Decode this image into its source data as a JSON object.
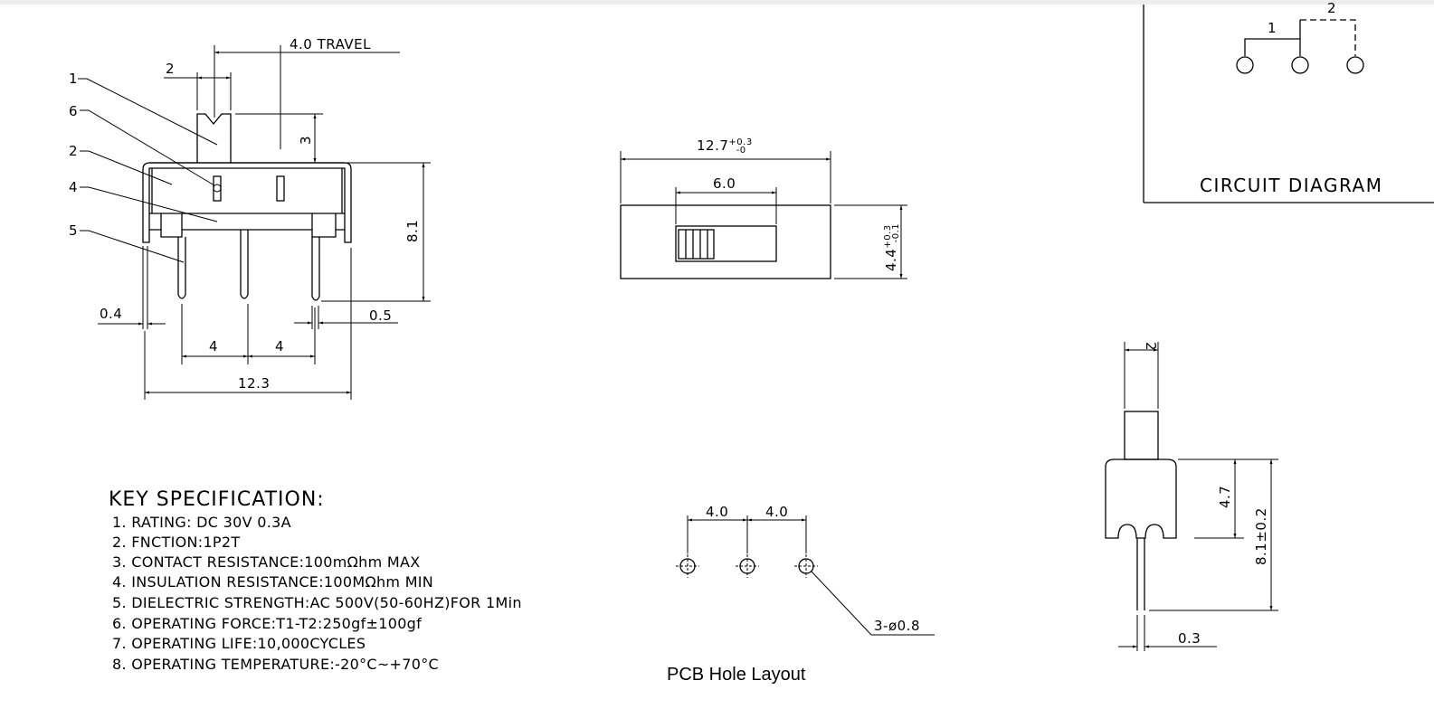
{
  "side_view": {
    "travel_label": "4.0 TRAVEL",
    "actuator_width": "2",
    "actuator_height": "3",
    "body_height": "8.1",
    "bracket_thickness": "0.4",
    "pin_thickness": "0.5",
    "pin_pitch_left": "4",
    "pin_pitch_right": "4",
    "overall_width": "12.3",
    "callouts": [
      "1",
      "6",
      "2",
      "4",
      "5"
    ]
  },
  "top_view": {
    "length": "12.7",
    "length_tol_plus": "+0.3",
    "length_tol_minus": "-0",
    "slot_length": "6.0",
    "width": "4.4",
    "width_tol_plus": "+0.3",
    "width_tol_minus": "-0.1"
  },
  "circuit": {
    "title": "CIRCUIT DIAGRAM",
    "position_1": "1",
    "position_2": "2"
  },
  "end_view": {
    "actuator_width": "2",
    "body_height": "4.7",
    "total_height": "8.1±0.2",
    "pin_thickness": "0.3"
  },
  "pcb": {
    "pitch_left": "4.0",
    "pitch_right": "4.0",
    "hole_spec": "3-ø0.8",
    "title": "PCB Hole Layout"
  },
  "spec": {
    "heading": "KEY SPECIFICATION:",
    "items": [
      "1. RATING: DC 30V   0.3A",
      "2. FNCTION:1P2T",
      "3. CONTACT RESISTANCE:100mΩhm MAX",
      "4. INSULATION RESISTANCE:100MΩhm MIN",
      "5. DIELECTRIC STRENGTH:AC 500V(50-60HZ)FOR 1Min",
      "6. OPERATING FORCE:T1-T2:250gf±100gf",
      "7. OPERATING LIFE:10,000CYCLES",
      "8. OPERATING TEMPERATURE:-20°C~+70°C"
    ]
  }
}
